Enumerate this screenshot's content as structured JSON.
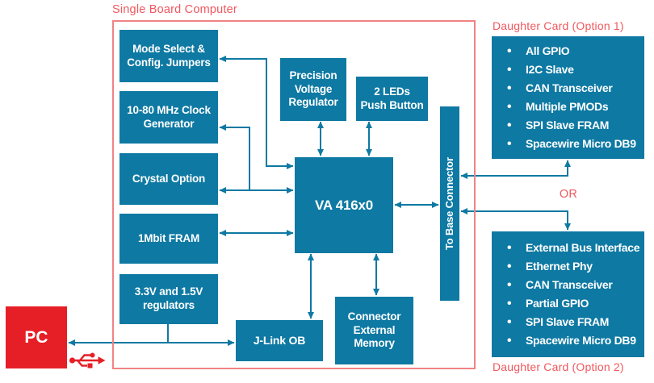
{
  "diagram": {
    "title": "Single Board Computer",
    "or_label": "OR",
    "colors": {
      "block_teal": "#0e79a3",
      "accent_red": "#e61f26",
      "label_red": "#f0585e",
      "border_red": "#f08385",
      "text_white": "#ffffff"
    },
    "blocks": {
      "mode_select": "Mode Select &\nConfig. Jumpers",
      "clock_generator": "10-80 MHz Clock\nGenerator",
      "crystal_option": "Crystal Option",
      "fram": "1Mbit FRAM",
      "regulators": "3.3V and 1.5V\nregulators",
      "precision_voltage_regulator": "Precision\nVoltage\nRegulator",
      "leds_push_button": "2 LEDs\nPush Button",
      "mcu": "VA 416x0",
      "base_connector": "To Base Connector",
      "jlink": "J-Link OB",
      "connector_external_memory": "Connector\nExternal\nMemory",
      "pc": "PC"
    },
    "daughter_card_1": {
      "title": "Daughter Card (Option 1)",
      "items": [
        "All GPIO",
        "I2C Slave",
        "CAN Transceiver",
        "Multiple PMODs",
        "SPI Slave FRAM",
        "Spacewire Micro DB9"
      ]
    },
    "daughter_card_2": {
      "title": "Daughter Card (Option 2)",
      "items": [
        "External Bus Interface",
        "Ethernet Phy",
        "CAN Transceiver",
        "Partial GPIO",
        "SPI Slave FRAM",
        "Spacewire Micro DB9"
      ]
    }
  }
}
